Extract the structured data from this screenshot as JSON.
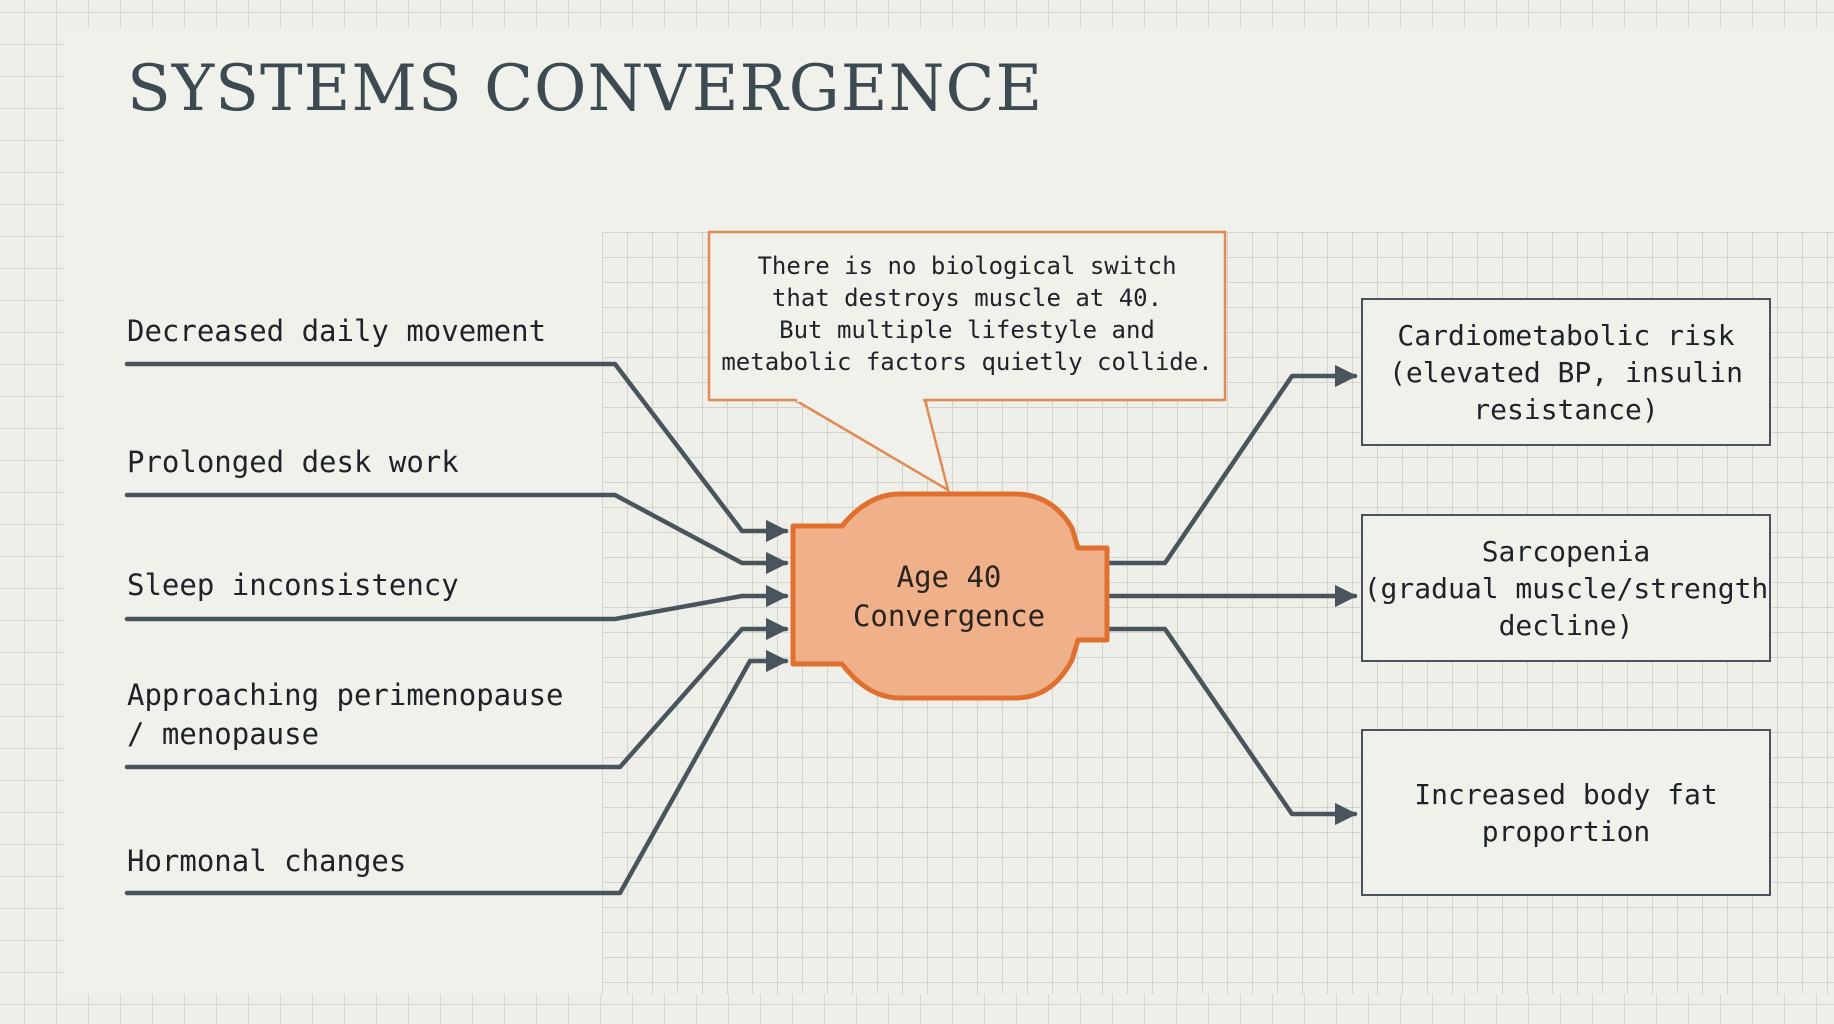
{
  "title": "SYSTEMS CONVERGENCE",
  "callout": {
    "text": "There is no biological switch\nthat destroys muscle at 40.\nBut multiple lifestyle and\nmetabolic factors quietly collide."
  },
  "hub": {
    "label": "Age 40\nConvergence"
  },
  "inputs": [
    {
      "label": "Decreased daily movement"
    },
    {
      "label": "Prolonged desk work"
    },
    {
      "label": "Sleep inconsistency"
    },
    {
      "label": "Approaching perimenopause\n/ menopause"
    },
    {
      "label": "Hormonal changes"
    }
  ],
  "outputs": [
    {
      "label": "Cardiometabolic risk\n(elevated BP, insulin\nresistance)"
    },
    {
      "label": "Sarcopenia\n(gradual muscle/strength\ndecline)"
    },
    {
      "label": "Increased body fat\nproportion"
    }
  ],
  "colors": {
    "wire": "#4a545c",
    "hub_fill": "#efb08a",
    "hub_stroke": "#e0702f",
    "callout_stroke": "#e08a55",
    "title": "#3e4a52"
  }
}
